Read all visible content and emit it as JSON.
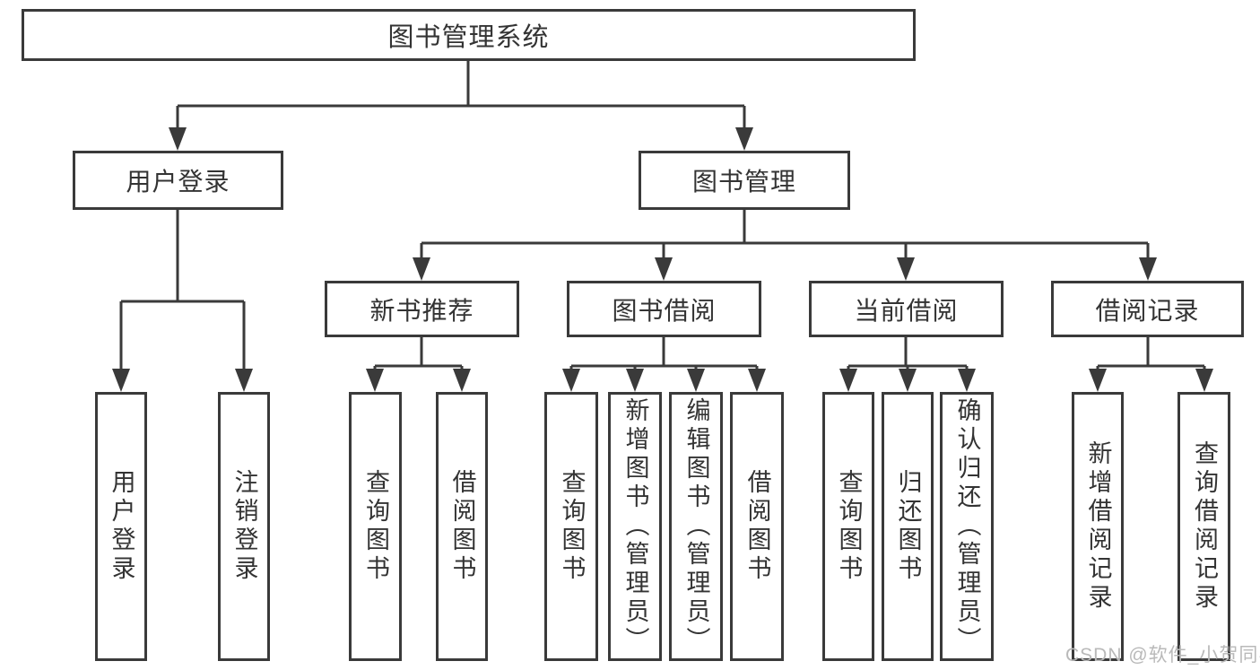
{
  "colors": {
    "line": "#3a3a3a",
    "text": "#333333",
    "watermark": "#b9b9b9",
    "background": "#ffffff"
  },
  "watermark": "CSDN @软件_小贺同学",
  "tree": {
    "label": "图书管理系统",
    "children": [
      {
        "label": "用户登录",
        "children": [
          {
            "label": "用户登录"
          },
          {
            "label": "注销登录"
          }
        ]
      },
      {
        "label": "图书管理",
        "children": [
          {
            "label": "新书推荐",
            "children": [
              {
                "label": "查询图书"
              },
              {
                "label": "借阅图书"
              }
            ]
          },
          {
            "label": "图书借阅",
            "children": [
              {
                "label": "查询图书"
              },
              {
                "label": "新增图书（管理员）"
              },
              {
                "label": "编辑图书（管理员）"
              },
              {
                "label": "借阅图书"
              }
            ]
          },
          {
            "label": "当前借阅",
            "children": [
              {
                "label": "查询图书"
              },
              {
                "label": "归还图书"
              },
              {
                "label": "确认归还（管理员）"
              }
            ]
          },
          {
            "label": "借阅记录",
            "children": [
              {
                "label": "新增借阅记录"
              },
              {
                "label": "查询借阅记录"
              }
            ]
          }
        ]
      }
    ]
  }
}
